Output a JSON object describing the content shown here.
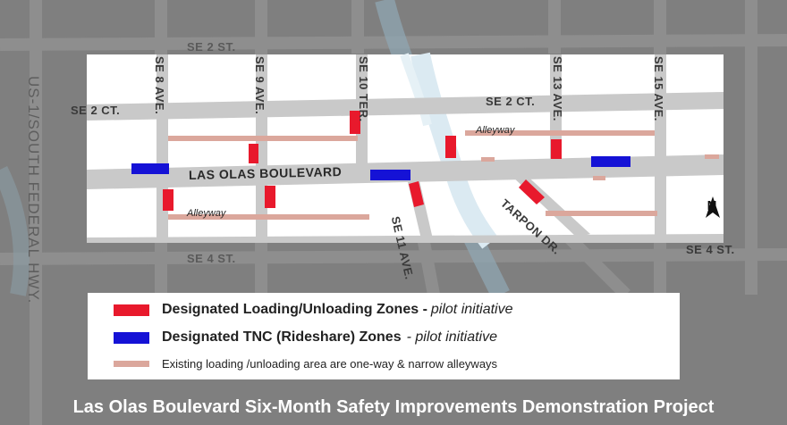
{
  "streets": {
    "se_2_st_top": "SE 2 ST.",
    "se_2_ct_left": "SE 2 CT.",
    "se_2_ct_right": "SE 2 CT.",
    "se_8_ave": "SE 8 AVE.",
    "se_9_ave": "SE 9 AVE.",
    "se_10_ter": "SE 10 TER.",
    "se_11_ave": "SE 11 AVE.",
    "se_13_ave": "SE 13 AVE.",
    "se_15_ave": "SE 15 AVE.",
    "las_olas": "LAS OLAS BOULEVARD",
    "tarpon": "TARPON DR.",
    "se_4_st_left": "SE 4 ST.",
    "se_4_st_right": "SE 4 ST.",
    "highway": "US-1/SOUTH FEDERAL HWY.",
    "alley_top": "Alleyway",
    "alley_bottom": "Alleyway"
  },
  "north_label": "N",
  "colors": {
    "loading_zone": "#e8192c",
    "tnc_zone": "#1512d6",
    "existing_alley": "#dba79c"
  },
  "legend": {
    "loading_title": "Designated Loading/Unloading Zones - ",
    "loading_sub": "pilot initiative",
    "tnc_title": "Designated TNC (Rideshare) Zones",
    "tnc_sub": "- pilot initiative",
    "existing": "Existing loading /unloading area are one-way & narrow alleyways"
  },
  "footer_title": "Las Olas Boulevard Six-Month Safety Improvements Demonstration Project"
}
